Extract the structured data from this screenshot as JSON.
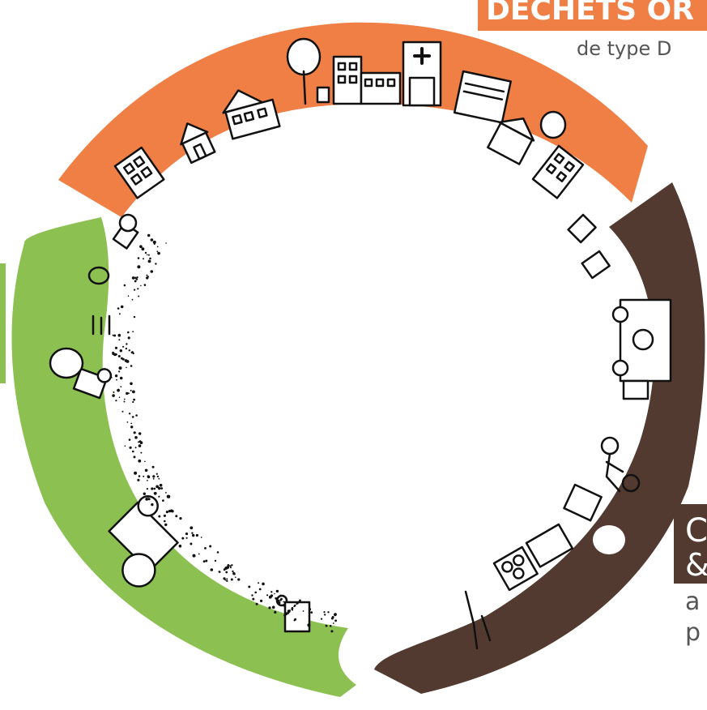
{
  "colors": {
    "orange": "#F07F45",
    "brown": "#523A30",
    "green": "#8CC152",
    "white": "#FFFFFF",
    "line": "#111111"
  },
  "labels": {
    "top_title": "DECHETS OR",
    "top_subtitle": "de type D",
    "right_title_line1": "C",
    "right_title_line2": "&",
    "right_sub_line1": "a",
    "right_sub_line2": "p"
  },
  "icons": [
    "building-icon",
    "house-icon",
    "hospital-icon",
    "tree-icon",
    "trash-bin-icon",
    "market-stall-icon",
    "garbage-truck-icon",
    "recycle-icon",
    "person-cyclist-icon",
    "compost-bin-icon",
    "crate-icon",
    "farmer-icon",
    "tractor-icon",
    "plant-icon",
    "bag-icon"
  ]
}
